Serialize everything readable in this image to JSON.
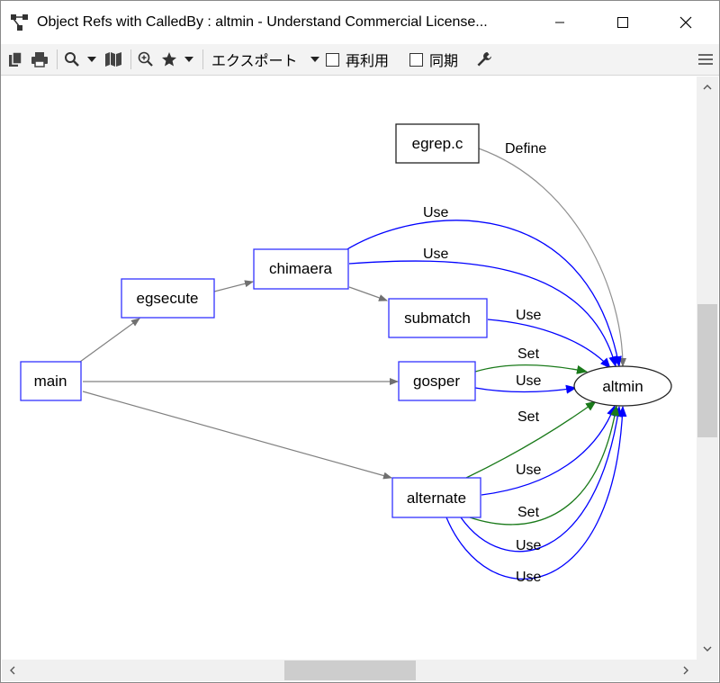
{
  "window": {
    "title": "Object Refs with CalledBy : altmin - Understand Commercial License..."
  },
  "toolbar": {
    "export_label": "エクスポート",
    "reuse_label": "再利用",
    "sync_label": "同期",
    "reuse_checked": false,
    "sync_checked": false
  },
  "graph": {
    "nodes": {
      "main": "main",
      "egsecute": "egsecute",
      "chimaera": "chimaera",
      "submatch": "submatch",
      "gosper": "gosper",
      "alternate": "alternate",
      "egrep": "egrep.c",
      "altmin": "altmin"
    },
    "edge_labels": {
      "define": "Define",
      "use": "Use",
      "set": "Set"
    }
  },
  "colors": {
    "call_edge": "#808080",
    "use_edge": "#0000ff",
    "set_edge": "#1a7a1a",
    "define_edge": "#909090",
    "function_node_border": "#3333ff"
  }
}
